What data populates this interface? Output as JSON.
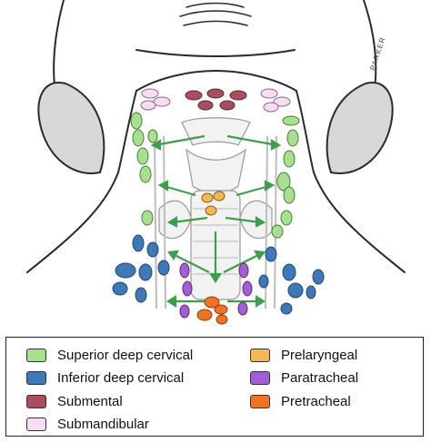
{
  "signature": "PARKER",
  "legend": {
    "items": [
      {
        "label": "Superior deep cervical",
        "color": "#a9e08f"
      },
      {
        "label": "Inferior deep cervical",
        "color": "#3f78b8"
      },
      {
        "label": "Submental",
        "color": "#a94e5c"
      },
      {
        "label": "Submandibular",
        "color": "#f8dcf4"
      },
      {
        "label": "Prelaryngeal",
        "color": "#f4b755"
      },
      {
        "label": "Paratracheal",
        "color": "#a45dd3"
      },
      {
        "label": "Pretracheal",
        "color": "#ee7324"
      }
    ]
  },
  "colors": {
    "outline": "#2b2b2b",
    "arrow": "#3f9e4c",
    "structure": "#bdbdbd"
  }
}
